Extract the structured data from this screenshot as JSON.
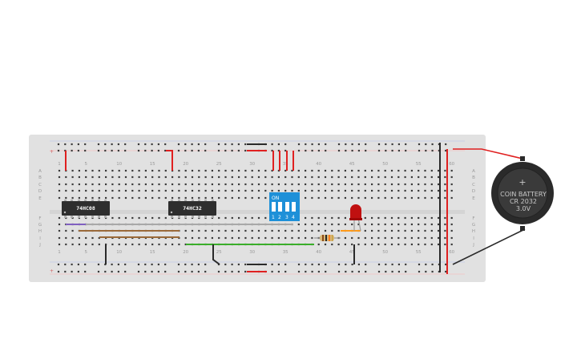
{
  "breadboard": {
    "column_numbers": [
      "1",
      "5",
      "10",
      "15",
      "20",
      "25",
      "30",
      "35",
      "40",
      "45",
      "50",
      "55",
      "60"
    ],
    "row_letters_top": [
      "A",
      "B",
      "C",
      "D",
      "E"
    ],
    "row_letters_bottom": [
      "F",
      "G",
      "H",
      "I",
      "J"
    ],
    "rail_signs": [
      "+",
      "-"
    ]
  },
  "components": {
    "chip1_label": "74HC08",
    "chip2_label": "74HC32",
    "dip_switch_on_label": "ON",
    "dip_switch_numbers": [
      "1",
      "2",
      "3",
      "4"
    ],
    "battery_line1": "COIN BATTERY",
    "battery_line2": "CR 2032",
    "battery_line3": "3.0V",
    "battery_plus": "+"
  },
  "colors": {
    "board": "#e1e1e1",
    "hole": "#3a3a3a",
    "wire_red": "#e02020",
    "wire_black": "#2a2a2a",
    "wire_green": "#3aae2a",
    "wire_brown": "#9a6a3a",
    "wire_gray": "#a8a8a8",
    "wire_purple": "#8060c0",
    "wire_orange": "#ff9a1a",
    "dip_blue": "#1e90d8",
    "led_red": "#c01010",
    "chip_body": "#2e2e2e",
    "battery": "#2a2a2a"
  }
}
